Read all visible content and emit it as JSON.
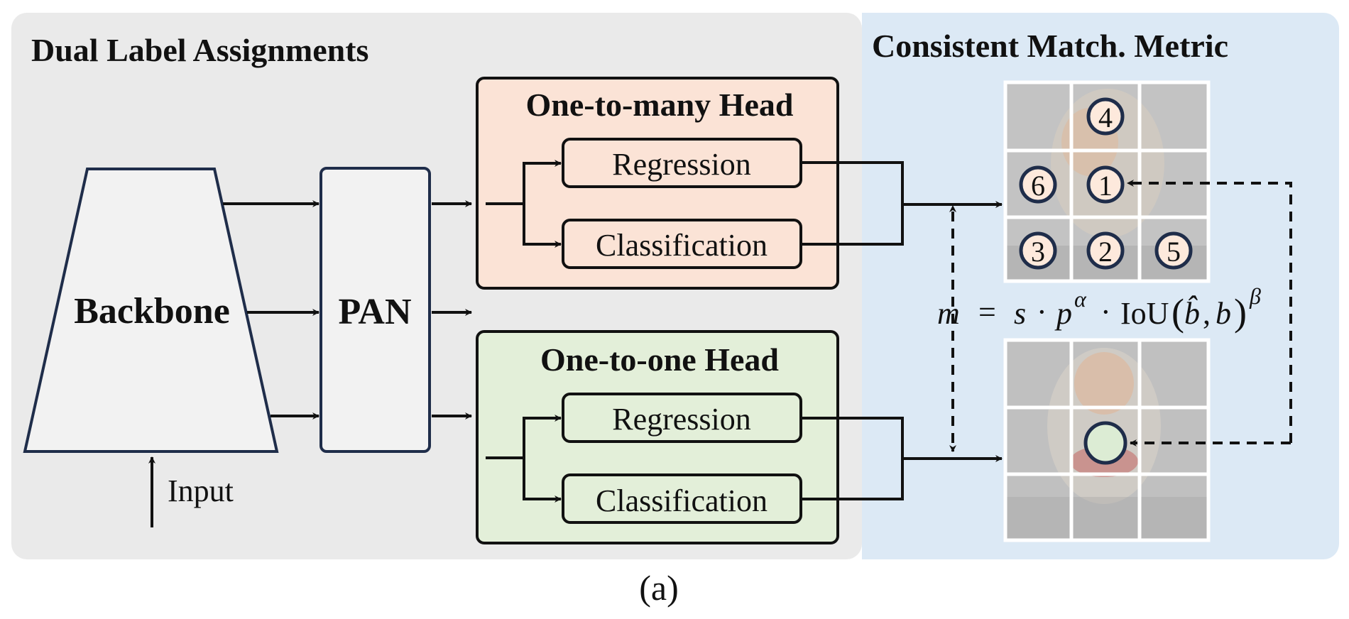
{
  "panels": {
    "left_title": "Dual Label Assignments",
    "right_title": "Consistent Match. Metric"
  },
  "backbone": {
    "label": "Backbone",
    "input_label": "Input"
  },
  "pan": {
    "label": "PAN"
  },
  "heads": [
    {
      "title": "One-to-many Head",
      "regression": "Regression",
      "classification": "Classification"
    },
    {
      "title": "One-to-one Head",
      "regression": "Regression",
      "classification": "Classification"
    }
  ],
  "grid_top": {
    "numbers": [
      "4",
      "6",
      "1",
      "3",
      "2",
      "5"
    ]
  },
  "formula": {
    "lhs": "m",
    "equals": "=",
    "s": "s",
    "dot": "·",
    "p": "p",
    "alpha": "α",
    "iou": "IoU",
    "b_hat": "b̂",
    "comma": ",",
    "b": "b",
    "beta": "β"
  },
  "caption": "(a)",
  "colors": {
    "left_panel_bg": "#eaeaea",
    "right_panel_bg": "#dce9f5",
    "one_to_many_bg": "#fbe3d6",
    "one_to_one_bg": "#e3efd9",
    "box_fill": "#f2f2f2",
    "dark_blue": "#1f2d4a",
    "circle_fill": "#fde9dc",
    "selected_circle_fill": "#dcecd4"
  }
}
